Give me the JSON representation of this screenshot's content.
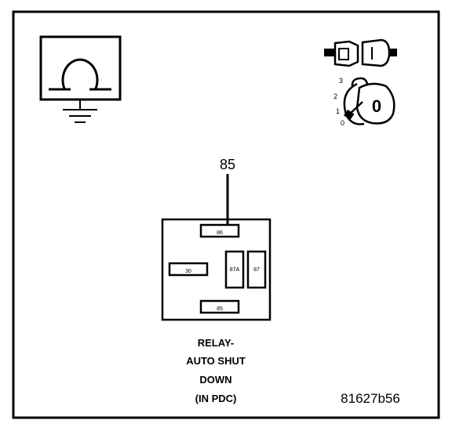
{
  "callout": {
    "label": "85"
  },
  "relay": {
    "pins": {
      "p86": "86",
      "p30": "30",
      "p87a": "87A",
      "p87": "87",
      "p85": "85"
    },
    "caption": [
      "RELAY-",
      "AUTO SHUT",
      "DOWN",
      "(IN PDC)"
    ]
  },
  "ignition": {
    "positions": [
      "3",
      "2",
      "1",
      "0"
    ],
    "key_label": "0"
  },
  "figure_id": "81627b56",
  "icons": {
    "ground_symbol": "ground-symbol-icon",
    "connector": "connector-icon",
    "ignition_switch": "ignition-switch-icon"
  }
}
